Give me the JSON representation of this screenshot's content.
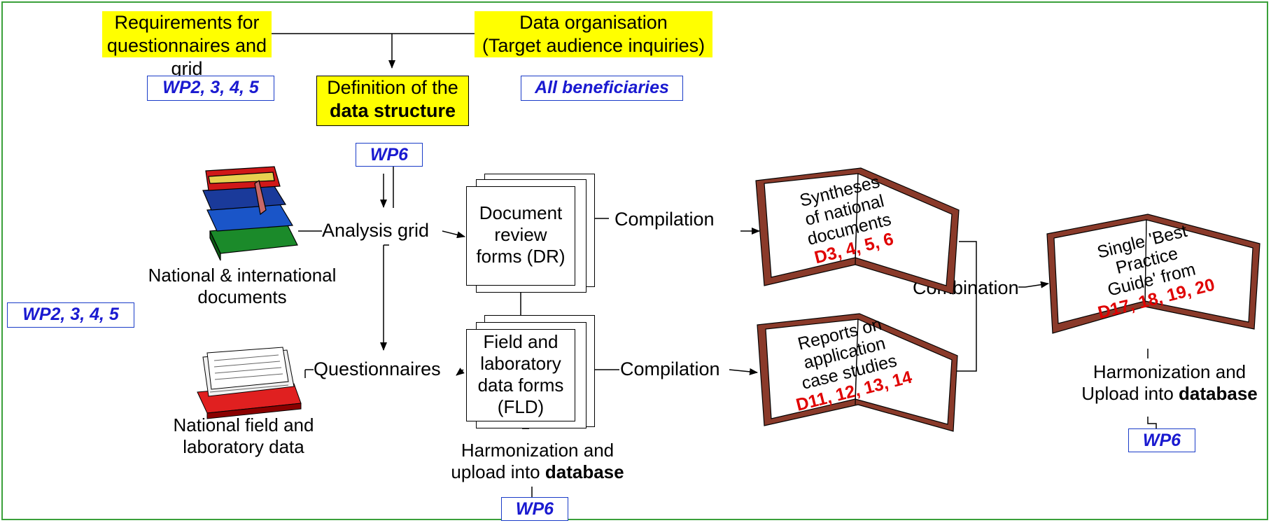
{
  "top": {
    "req_line1": "Requirements for",
    "req_line2": "questionnaires and grid",
    "data_org_line1": "Data organisation",
    "data_org_line2": "(Target audience inquiries)",
    "def_line1": "Definition of the",
    "def_line2": "data structure"
  },
  "wp": {
    "wp_top_left": "WP2, 3, 4, 5",
    "all_beneficiaries": "All beneficiaries",
    "wp6_def": "WP6",
    "wp_left": "WP2, 3, 4, 5",
    "wp6_bottom": "WP6",
    "wp6_right": "WP6"
  },
  "sources": {
    "national_docs_line1": "National & international",
    "national_docs_line2": "documents",
    "field_data_line1": "National field and",
    "field_data_line2": "laboratory data"
  },
  "flow": {
    "analysis_grid": "Analysis grid",
    "questionnaires": "Questionnaires",
    "compilation_1": "Compilation",
    "compilation_2": "Compilation",
    "combination": "Combination"
  },
  "forms": {
    "dr_line1": "Document",
    "dr_line2": "review",
    "dr_line3": "forms (DR)",
    "fld_line1": "Field and",
    "fld_line2": "laboratory",
    "fld_line3": "data forms",
    "fld_line4": "(FLD)"
  },
  "harmonize_bottom": {
    "line1": "Harmonization and",
    "line2_prefix": "upload into ",
    "line2_bold": "database"
  },
  "harmonize_right": {
    "line1": "Harmonization and",
    "line2_prefix": "Upload into ",
    "line2_bold": "database"
  },
  "books": {
    "syntheses": {
      "lines": [
        "Syntheses",
        "of national",
        "documents"
      ],
      "deliverables": "D3, 4, 5, 6"
    },
    "reports": {
      "lines": [
        "Reports on",
        "application",
        "case studies"
      ],
      "deliverables": "D11, 12, 13, 14"
    },
    "guide": {
      "lines": [
        "Single 'Best",
        "Practice",
        "Guide' from"
      ],
      "deliverables": "D17, 18, 19, 20"
    }
  },
  "colors": {
    "highlight": "#ffff00",
    "wp_text": "#1a1ad0",
    "deliverable": "#e00000",
    "frame": "#3aa03a"
  }
}
